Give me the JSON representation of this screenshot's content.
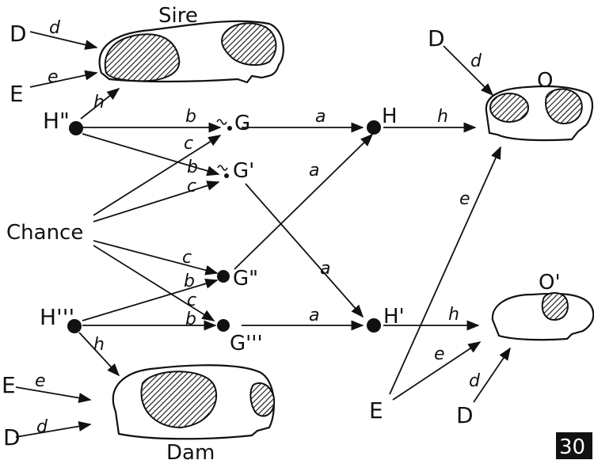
{
  "nodes": {
    "h2": "H\"",
    "h3": "H'''",
    "g": "G",
    "g1": "G'",
    "g2": "G\"",
    "g3": "G'''",
    "h": "H",
    "h1": "H'",
    "chance": "Chance",
    "o": "O",
    "o1": "O'",
    "sire": "Sire",
    "dam": "Dam"
  },
  "side_labels": {
    "d_sire": "D",
    "e_sire": "E",
    "d_o": "D",
    "e_bottom": "E",
    "e_dam": "E",
    "d_dam": "D",
    "d_o1": "D"
  },
  "edge_labels": {
    "a": "a",
    "b": "b",
    "c": "c",
    "d": "d",
    "e": "e",
    "h": "h"
  },
  "badge": "30"
}
